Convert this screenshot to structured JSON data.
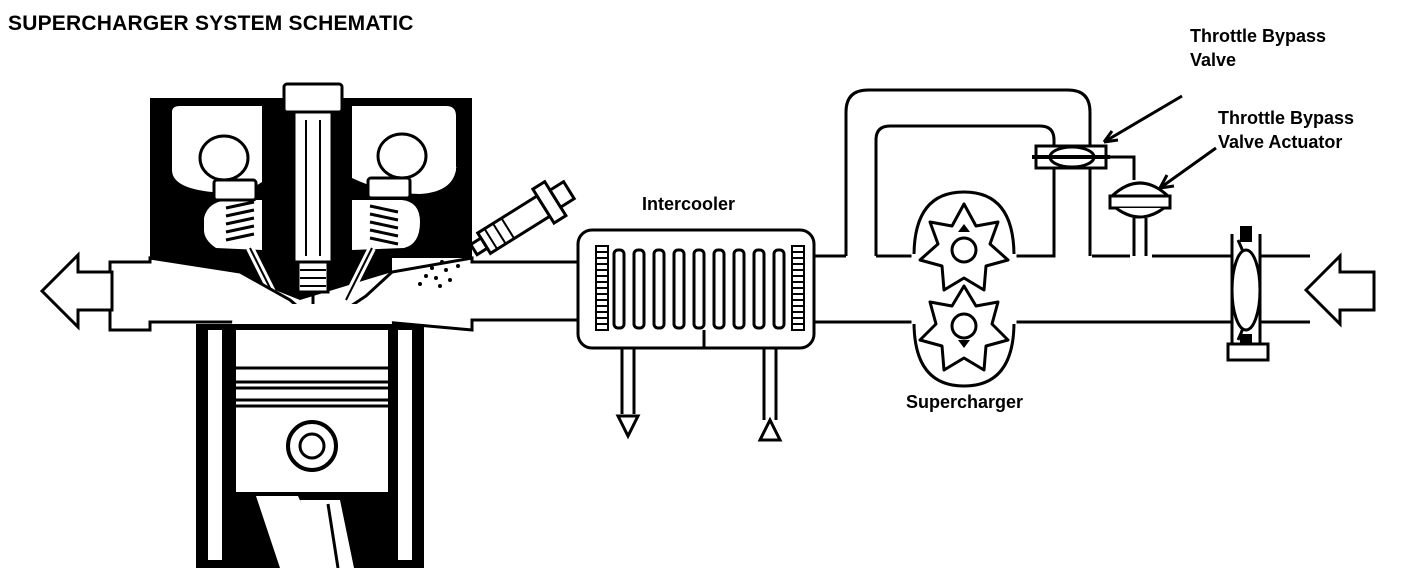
{
  "title": "SUPERCHARGER SYSTEM SCHEMATIC",
  "labels": {
    "intercooler": "Intercooler",
    "supercharger": "Supercharger",
    "throttle_bypass_valve": [
      "Throttle Bypass",
      "Valve"
    ],
    "throttle_bypass_valve_actuator": [
      "Throttle Bypass",
      "Valve Actuator"
    ]
  },
  "colors": {
    "ink": "#000000",
    "paper": "#ffffff"
  },
  "icons": [
    "exhaust-arrow-icon",
    "intake-arrow-icon",
    "coolant-out-arrow-icon",
    "coolant-in-arrow-icon"
  ]
}
